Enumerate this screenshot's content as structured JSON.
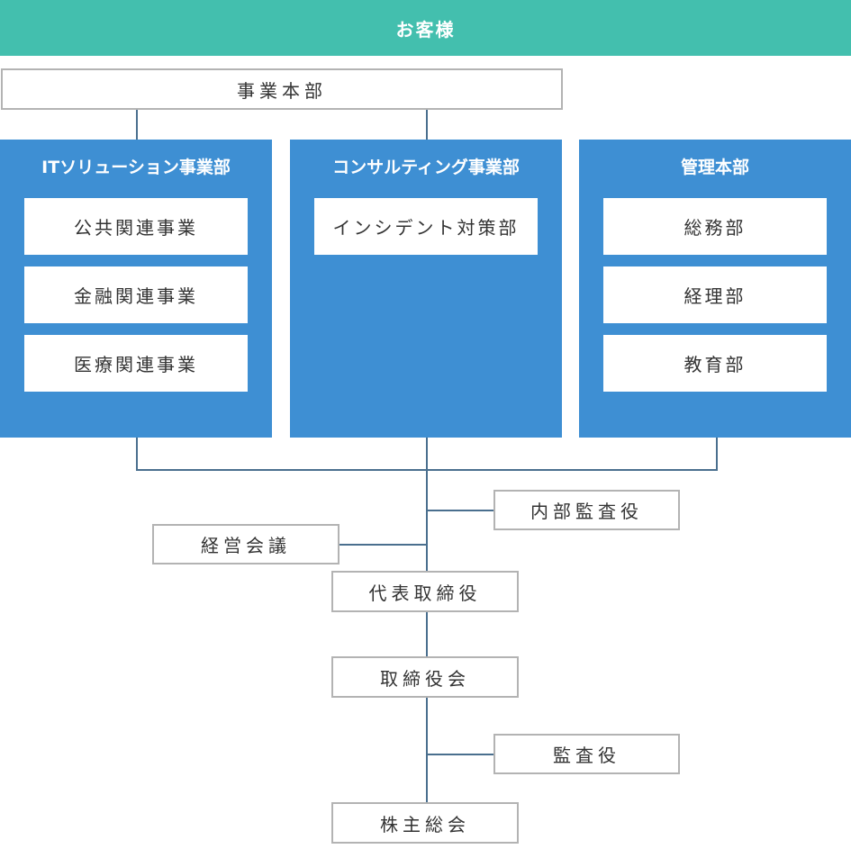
{
  "header": {
    "title": "お客様"
  },
  "business_hq": {
    "label": "事業本部"
  },
  "divisions": [
    {
      "title": "ITソリューション事業部",
      "items": [
        "公共関連事業",
        "金融関連事業",
        "医療関連事業"
      ]
    },
    {
      "title": "コンサルティング事業部",
      "items": [
        "インシデント対策部"
      ]
    },
    {
      "title": "管理本部",
      "items": [
        "総務部",
        "経理部",
        "教育部"
      ]
    }
  ],
  "governance": {
    "internal_audit": "内部監査役",
    "management_meeting": "経営会議",
    "representative_director": "代表取締役",
    "board_of_directors": "取締役会",
    "auditor": "監査役",
    "shareholders_meeting": "株主総会"
  },
  "colors": {
    "banner": "#43bfae",
    "panel": "#3e8fd3",
    "connector": "#4a6f8e",
    "box_border": "#b3b3b3"
  }
}
